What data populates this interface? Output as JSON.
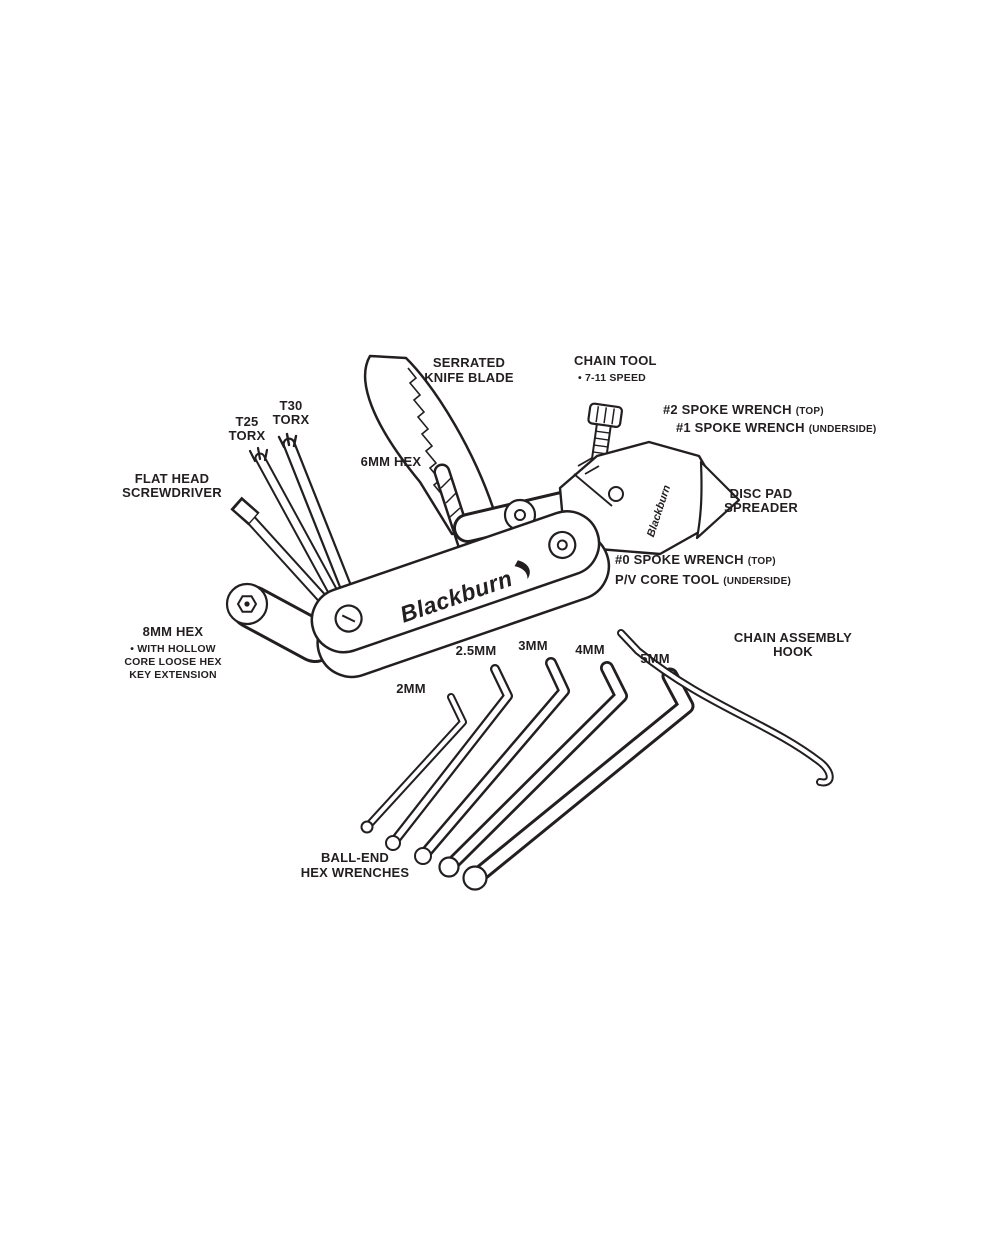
{
  "page": {
    "background": "#ffffff",
    "ink": "#231f20"
  },
  "brand": {
    "name": "Blackburn"
  },
  "labels": {
    "serrated_knife": {
      "line1": "SERRATED",
      "line2": "KNIFE BLADE"
    },
    "chain_tool": {
      "line1": "CHAIN TOOL",
      "line2": "• 7-11 SPEED"
    },
    "spoke_wrench_2": {
      "text": "#2 SPOKE WRENCH",
      "suffix": "(TOP)"
    },
    "spoke_wrench_1": {
      "text": "#1 SPOKE WRENCH",
      "suffix": "(UNDERSIDE)"
    },
    "torx_t30": {
      "line1": "T30",
      "line2": "TORX"
    },
    "torx_t25": {
      "line1": "T25",
      "line2": "TORX"
    },
    "hex_6mm": {
      "text": "6MM HEX"
    },
    "flat_head": {
      "line1": "FLAT HEAD",
      "line2": "SCREWDRIVER"
    },
    "disc_pad": {
      "line1": "DISC PAD",
      "line2": "SPREADER"
    },
    "spoke_wrench_0": {
      "text": "#0 SPOKE WRENCH",
      "suffix": "(TOP)"
    },
    "pv_core": {
      "text": "P/V CORE TOOL",
      "suffix": "(UNDERSIDE)"
    },
    "hex_8mm": {
      "title": "8MM HEX",
      "note1": "•  WITH HOLLOW",
      "note2": "CORE LOOSE HEX",
      "note3": "KEY EXTENSION"
    },
    "chain_hook": {
      "line1": "CHAIN ASSEMBLY",
      "line2": "HOOK"
    },
    "ball_end": {
      "line1": "BALL-END",
      "line2": "HEX WRENCHES"
    },
    "wrench_sizes": {
      "s2": "2MM",
      "s25": "2.5MM",
      "s3": "3MM",
      "s4": "4MM",
      "s5": "5MM"
    }
  }
}
